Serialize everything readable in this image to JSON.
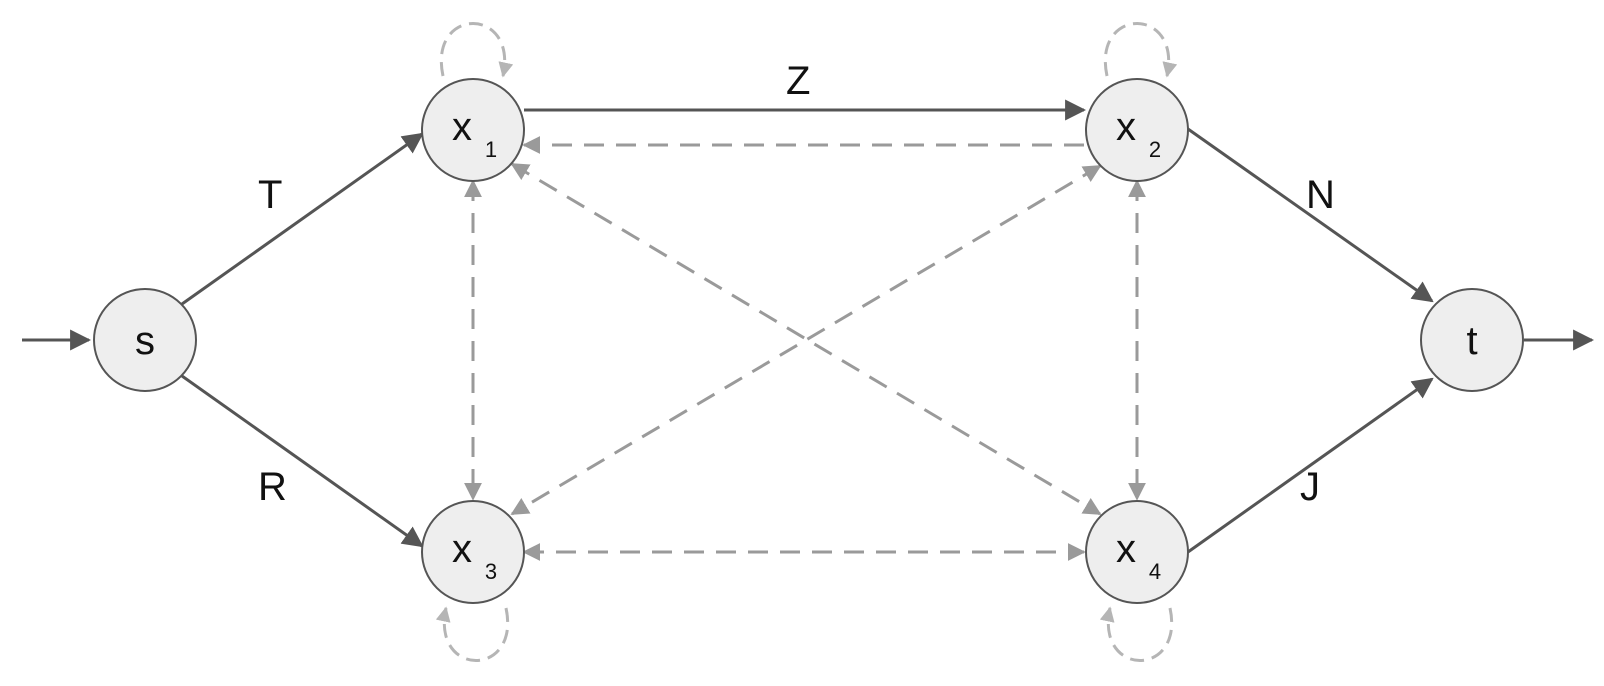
{
  "nodes": {
    "s": {
      "label": "s",
      "sub": ""
    },
    "x1": {
      "label": "x",
      "sub": "1"
    },
    "x2": {
      "label": "x",
      "sub": "2"
    },
    "x3": {
      "label": "x",
      "sub": "3"
    },
    "x4": {
      "label": "x",
      "sub": "4"
    },
    "t": {
      "label": "t",
      "sub": ""
    }
  },
  "edge_labels": {
    "s_x1": "T",
    "s_x3": "R",
    "x1_x2": "Z",
    "x2_t": "N",
    "x4_t": "J"
  },
  "colors": {
    "node_fill": "#eeeeee",
    "node_stroke": "#555555",
    "solid_edge": "#555555",
    "dashed_edge": "#9a9a9a",
    "self_loop": "#b5b5b5"
  }
}
